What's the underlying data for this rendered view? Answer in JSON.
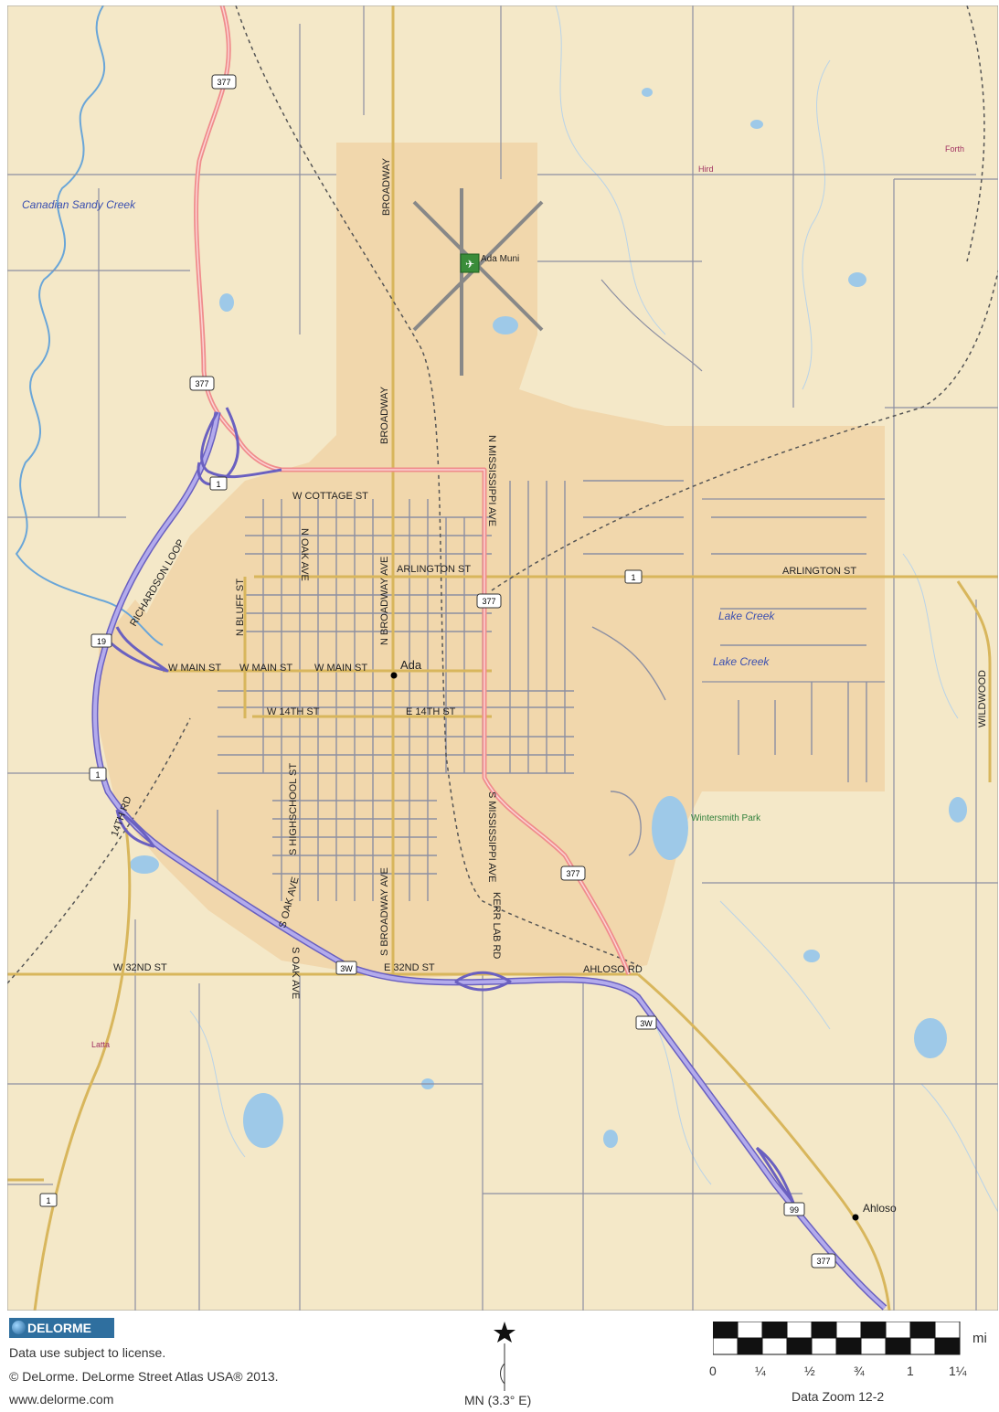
{
  "map": {
    "city_label": "Ada",
    "town_label": "Ahloso",
    "airport_label": "Ada Muni",
    "park_label": "Wintersmith Park",
    "water_labels": [
      "Canadian Sandy Creek",
      "Lake Creek",
      "Lake Creek"
    ],
    "place_labels": [
      "Hird",
      "Forth",
      "Latta"
    ],
    "streets": {
      "broadway_n": "BROADWAY",
      "broadway_mid": "BROADWAY",
      "n_broadway_ave": "N BROADWAY AVE",
      "s_broadway_ave": "S BROADWAY AVE",
      "n_mississippi": "N MISSISSIPPI AVE",
      "s_mississippi": "S MISSISSIPPI AVE",
      "w_cottage": "W COTTAGE ST",
      "arlington_w": "ARLINGTON ST",
      "arlington_e": "ARLINGTON ST",
      "n_oak": "N OAK AVE",
      "n_bluff": "N BLUFF ST",
      "richardson": "RICHARDSON LOOP",
      "w_main_1": "W MAIN ST",
      "w_main_2": "W MAIN ST",
      "w_main_3": "W MAIN ST",
      "w_14th": "W 14TH ST",
      "e_14th": "E 14TH ST",
      "s_highschool": "S HIGHSCHOOL ST",
      "s_oak_1": "S OAK AVE",
      "s_oak_2": "S OAK AVE",
      "w_32nd": "W 32ND ST",
      "e_32nd": "E 32ND ST",
      "kerr_lab": "KERR LAB RD",
      "ahloso_rd": "AHLOSO RD",
      "wildwood": "WILDWOOD",
      "rd_14": "14TH RD"
    },
    "shields": {
      "us377_a": "377",
      "us377_b": "377",
      "us377_c": "377",
      "us377_d": "377",
      "us377_e": "377",
      "sh1_a": "1",
      "sh1_b": "1",
      "sh1_c": "1",
      "sh1_d": "1",
      "sh19": "19",
      "sh3w_a": "3W",
      "sh3w_b": "3W",
      "sh99": "99"
    },
    "colors": {
      "land": "#f4e8c8",
      "urban": "#f1d7ac",
      "us_highway": "#f08c8c",
      "freeway": "#9b91dd",
      "major_road": "#d8b65c",
      "minor_road": "#8c8fa2",
      "water": "#9ec9e8",
      "river": "#6aa6d8"
    }
  },
  "footer": {
    "logo_text": "DELORME",
    "license": "Data use subject to license.",
    "copyright": "© DeLorme. DeLorme Street Atlas USA® 2013.",
    "website": "www.delorme.com",
    "north_label": "MN (3.3° E)",
    "scale_unit": "mi",
    "scale_ticks": [
      "0",
      "¼",
      "½",
      "¾",
      "1",
      "1¼"
    ],
    "zoom_label": "Data Zoom 12-2"
  }
}
